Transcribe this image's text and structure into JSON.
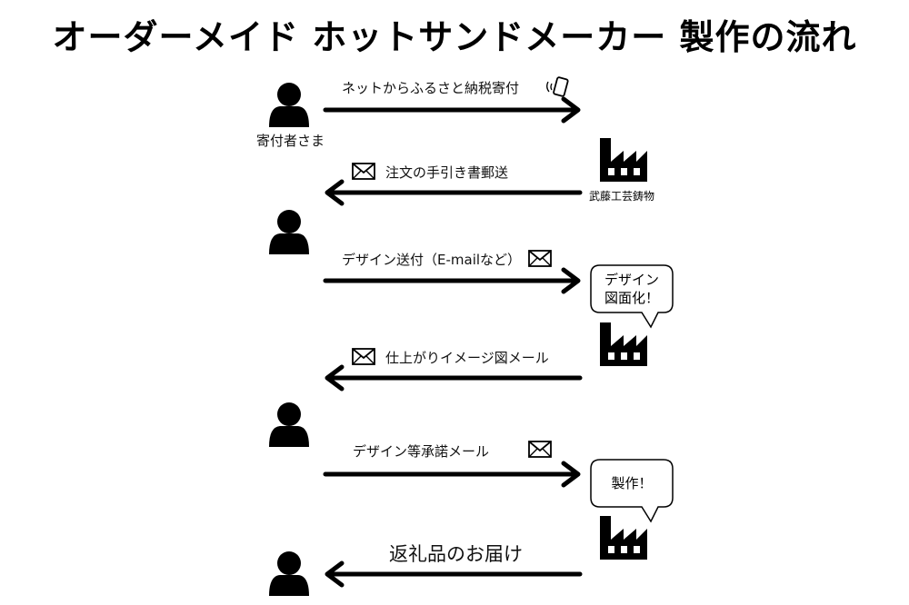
{
  "title": "オーダーメイド ホットサンドメーカー 製作の流れ",
  "actors": {
    "donor_label": "寄付者さま",
    "factory_label": "武藤工芸鋳物"
  },
  "steps": [
    {
      "label": "ネットからふるさと納税寄付",
      "direction": "right",
      "icon": "phone-icon"
    },
    {
      "label": "注文の手引き書郵送",
      "direction": "left",
      "icon": "mail-icon"
    },
    {
      "label": "デザイン送付（E-mailなど）",
      "direction": "right",
      "icon": "mail-icon"
    },
    {
      "label": "仕上がりイメージ図メール",
      "direction": "left",
      "icon": "mail-icon"
    },
    {
      "label": "デザイン等承諾メール",
      "direction": "right",
      "icon": "mail-icon"
    },
    {
      "label": "返礼品のお届け",
      "direction": "left",
      "icon": ""
    }
  ],
  "bubbles": [
    {
      "line1": "デザイン",
      "line2": "図面化！"
    },
    {
      "line1": "製作！",
      "line2": ""
    }
  ]
}
